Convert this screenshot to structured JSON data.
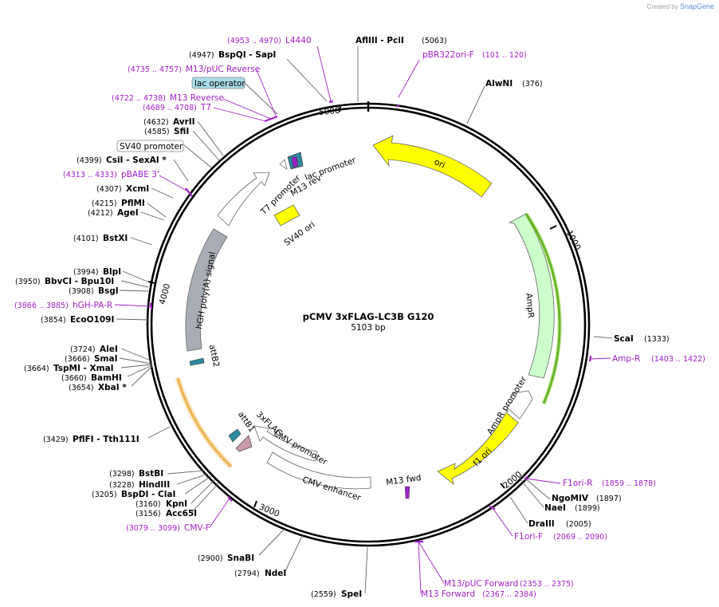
{
  "credit": {
    "prefix": "Created by",
    "brand": "SnapGene"
  },
  "plasmid": {
    "name": "pCMV 3xFLAG-LC3B G120",
    "size": "5103 bp"
  },
  "ruler": [
    "1000",
    "2000",
    "3000",
    "4000",
    "5000"
  ],
  "enzymes": [
    {
      "name": "AflIII  - PciI",
      "pos": "(5063)"
    },
    {
      "name": "AlwNI",
      "pos": "(376)"
    },
    {
      "name": "ScaI",
      "pos": "(1333)"
    },
    {
      "name": "NgoMIV",
      "pos": "(1897)"
    },
    {
      "name": "NaeI",
      "pos": "(1899)"
    },
    {
      "name": "DraIII",
      "pos": "(2005)"
    },
    {
      "name": "SpeI",
      "pos": "(2559)"
    },
    {
      "name": "NdeI",
      "pos": "(2794)"
    },
    {
      "name": "SnaBI",
      "pos": "(2900)"
    },
    {
      "name": "Acc65I",
      "pos": "(3156)"
    },
    {
      "name": "KpnI",
      "pos": "(3160)"
    },
    {
      "name": "BspDI   - ClaI",
      "pos": "(3205)"
    },
    {
      "name": "HindIII",
      "pos": "(3228)"
    },
    {
      "name": "BstBI",
      "pos": "(3298)"
    },
    {
      "name": "PflFI   - Tth111I",
      "pos": "(3429)"
    },
    {
      "name": "XbaI  *",
      "pos": "(3654)"
    },
    {
      "name": "BamHI",
      "pos": "(3660)"
    },
    {
      "name": "TspMI   - XmaI",
      "pos": "(3664)"
    },
    {
      "name": "SmaI",
      "pos": "(3666)"
    },
    {
      "name": "AleI",
      "pos": "(3724)"
    },
    {
      "name": "EcoO109I",
      "pos": "(3854)"
    },
    {
      "name": "BsgI",
      "pos": "(3908)"
    },
    {
      "name": "BbvCI   - Bpu10I",
      "pos": "(3950)"
    },
    {
      "name": "BlpI",
      "pos": "(3994)"
    },
    {
      "name": "BstXI",
      "pos": "(4101)"
    },
    {
      "name": "AgeI",
      "pos": "(4212)"
    },
    {
      "name": "PflMI",
      "pos": "(4215)"
    },
    {
      "name": "XcmI",
      "pos": "(4307)"
    },
    {
      "name": "CsiI   - SexAI  *",
      "pos": "(4399)"
    },
    {
      "name": "SfiI",
      "pos": "(4585)"
    },
    {
      "name": "AvrII",
      "pos": "(4632)"
    },
    {
      "name": "BspQI    - SapI",
      "pos": "(4947)"
    }
  ],
  "primers": [
    {
      "name": "L4440",
      "pos": "(4953 .. 4970)"
    },
    {
      "name": "pBR322ori-F",
      "pos": "(101 .. 120)"
    },
    {
      "name": "M13/pUC Reverse",
      "pos": "(4735 .. 4757)"
    },
    {
      "name": "M13 Reverse",
      "pos": "(4722 .. 4738)"
    },
    {
      "name": "T7",
      "pos": "(4689 .. 4708)"
    },
    {
      "name": "pBABE 3'",
      "pos": "(4313 .. 4333)"
    },
    {
      "name": "hGH-PA-R",
      "pos": "(3866 .. 3885)"
    },
    {
      "name": "Amp-R",
      "pos": "(1403 .. 1422)"
    },
    {
      "name": "F1ori-R",
      "pos": "(1859 .. 1878)"
    },
    {
      "name": "F1ori-F",
      "pos": "(2069 .. 2090)"
    },
    {
      "name": "M13/pUC Forward",
      "pos": "(2353 .. 2375)"
    },
    {
      "name": "M13 Forward",
      "pos": "(2367 .. 2384)"
    },
    {
      "name": "CMV-F",
      "pos": "(3079 .. 3099)"
    }
  ],
  "boxed_labels": [
    "lac operator",
    "SV40 promoter"
  ],
  "features": [
    "ori",
    "AmpR",
    "AmpR promoter",
    "f1 ori",
    "M13 fwd",
    "CMV enhancer",
    "CMV promoter",
    "3xFLAG",
    "attB1",
    "attB2",
    "hGH poly(A) signal",
    "T7 promoter",
    "M13 rev",
    "lac promoter",
    "SV40 ori"
  ],
  "colors": {
    "primer": "#a020c8",
    "ori": "#ffff00",
    "ampr": "#ccffcc",
    "polyA": "#a8adb5",
    "attB": "#2a8aa0",
    "flag": "#c99aa9",
    "laclabel": "#a9dbe8",
    "orf_green": "#3a9a00",
    "orf_orange": "#e8a030"
  }
}
